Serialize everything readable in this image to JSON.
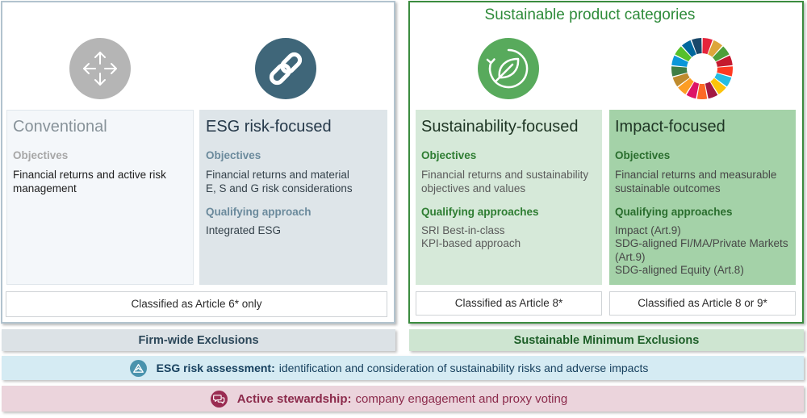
{
  "conventional": {
    "icon": "arrows-icon",
    "title": "Conventional",
    "objectives_label": "Objectives",
    "objectives_text": "Financial returns and active risk management"
  },
  "esg_risk_focused": {
    "icon": "link-icon",
    "title": "ESG risk-focused",
    "objectives_label": "Objectives",
    "objectives_text": "Financial returns and material E, S and G risk considerations",
    "approaches_label": "Qualifying approach",
    "approaches": [
      "Integrated ESG"
    ]
  },
  "left_classification": "Classified as Article 6* only",
  "sustainable_section": {
    "title": "Sustainable product categories",
    "sustainability_focused": {
      "icon": "leaf-icon",
      "title": "Sustainability-focused",
      "objectives_label": "Objectives",
      "objectives_text": "Financial returns and sustainability objectives and values",
      "approaches_label": "Qualifying approaches",
      "approaches": [
        "SRI Best-in-class",
        "KPI-based approach"
      ],
      "classification": "Classified as Article 8*"
    },
    "impact_focused": {
      "icon": "sdg-wheel-icon",
      "title": "Impact-focused",
      "objectives_label": "Objectives",
      "objectives_text": "Financial returns and measurable sustainable outcomes",
      "approaches_label": "Qualifying approaches",
      "approaches": [
        "Impact (Art.9)",
        "SDG-aligned FI/MA/Private Markets (Art.9)",
        "SDG-aligned Equity (Art.8)"
      ],
      "classification": "Classified as Article 8 or 9*"
    }
  },
  "exclusions": {
    "firm_wide": "Firm-wide Exclusions",
    "sustainable_minimum": "Sustainable Minimum Exclusions"
  },
  "esg_risk_assessment": {
    "icon": "risk-assessment-icon",
    "label": "ESG risk assessment:",
    "text": "identification and consideration of sustainability risks and adverse impacts"
  },
  "active_stewardship": {
    "icon": "chat-icon",
    "label": "Active stewardship:",
    "text": "company engagement and proxy voting"
  },
  "colors": {
    "neutral_icon": "#b5b5b5",
    "neutral_border": "#b2c3ce",
    "esg_risk_icon": "#3f6679",
    "sustainability_icon": "#58aa5c",
    "sustainable_border": "#3b8c3f",
    "sustainable_title": "#2e8b3a",
    "sustainable_label": "#2e7d32",
    "esg_risk_bar": "#d5ebf3",
    "esg_risk_bar_icon": "#4a93ad",
    "stewardship_bar": "#ebd4dc",
    "stewardship_text": "#8b2a4b",
    "stewardship_icon": "#9a2c52",
    "sdg_wheel": [
      "#E5243B",
      "#DDA63A",
      "#4C9F38",
      "#C5192D",
      "#FF3A21",
      "#26BDE2",
      "#FCC30B",
      "#A21942",
      "#FD6925",
      "#DD1367",
      "#FD9D24",
      "#BF8B2E",
      "#3F7E44",
      "#0A97D9",
      "#56C02B",
      "#00689D",
      "#19486A"
    ]
  }
}
